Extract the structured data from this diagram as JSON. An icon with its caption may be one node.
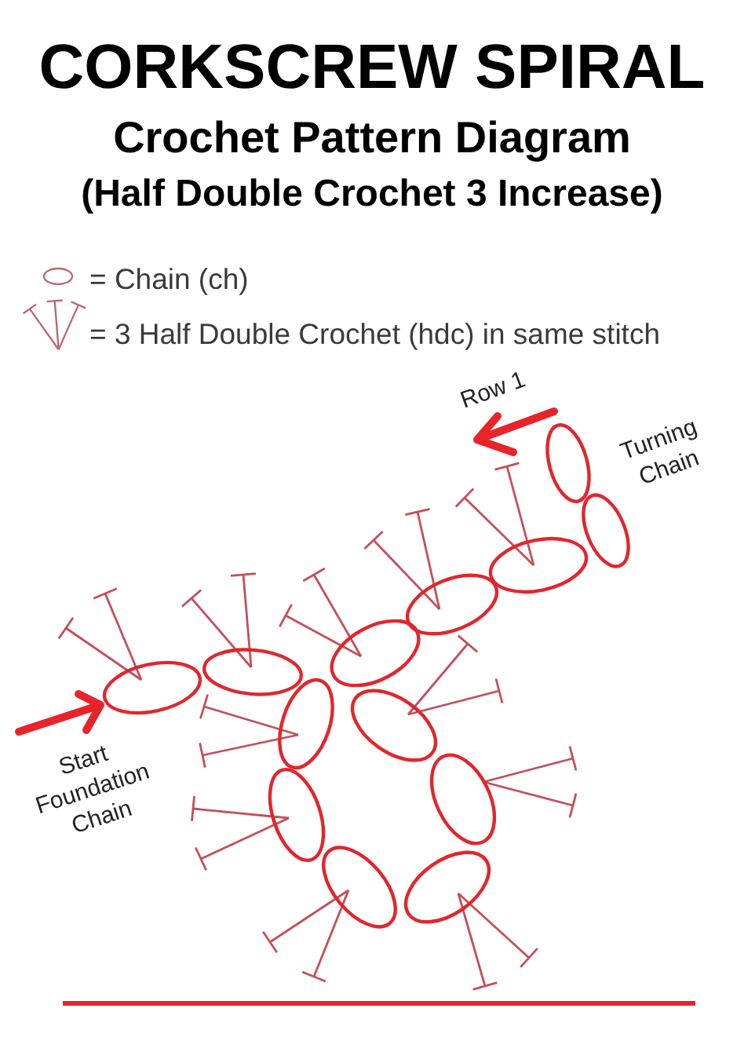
{
  "diagram": {
    "title": "CORKSCREW SPIRAL",
    "labels": [
      "Crochet Pattern Diagram",
      "(Half Double Crochet 3 Increase)",
      "Row 1",
      "Turning Chain",
      "Start Foundation Chain"
    ],
    "legend": [
      {
        "text": "= Chain (ch)"
      },
      {
        "text": "= 3 Half Double Crochet (hdc) in same stitch"
      }
    ]
  }
}
